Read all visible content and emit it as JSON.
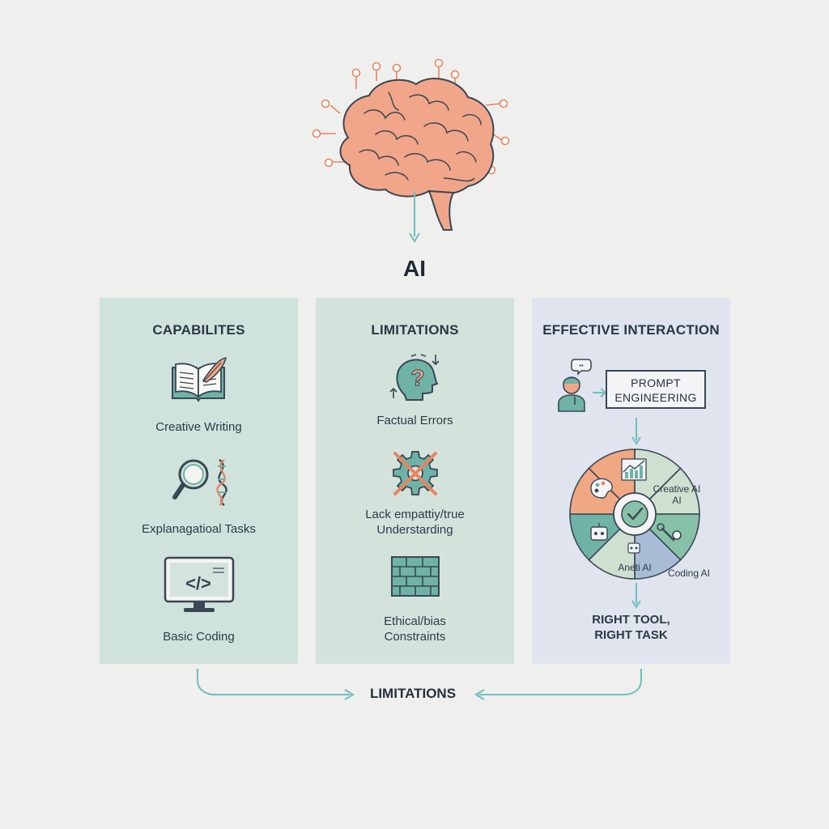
{
  "title": "AI",
  "panels": [
    {
      "title": "CAPABILITES",
      "color": "#cfe3dc",
      "items": [
        {
          "icon": "open-book-quill-icon",
          "label": "Creative Writing"
        },
        {
          "icon": "magnifier-dna-icon",
          "label": "Explanagatioal Tasks"
        },
        {
          "icon": "code-monitor-icon",
          "label": "Basic Coding"
        }
      ]
    },
    {
      "title": "LIMITATIONS",
      "color": "#d3e3dc",
      "items": [
        {
          "icon": "head-question-icon",
          "label": "Factual Errors"
        },
        {
          "icon": "crossed-gear-icon",
          "label_line1": "Lack empattiy/true",
          "label_line2": "Understarding"
        },
        {
          "icon": "brick-wall-icon",
          "label_line1": "Ethical/bias",
          "label_line2": "Constraints"
        }
      ]
    },
    {
      "title": "EFFECTIVE INTERACTION",
      "color": "#dfe4ee",
      "prompt_line1": "PROMPT",
      "prompt_line2": "ENGINEERING",
      "wheel": {
        "creative_line1": "Creative AI",
        "creative_line2": "AI",
        "agent": "Aneti AI",
        "coding": "Coding AI",
        "segment_colors": [
          "#f0a883",
          "#cfe0d0",
          "#86c1a8",
          "#a8bcd6",
          "#6fb3a6",
          "#9fc8c0"
        ]
      },
      "result_line1": "RIGHT TOOL,",
      "result_line2": "RIGHT TASK"
    }
  ],
  "bottom_label": "LIMITATIONS",
  "colors": {
    "accent": "#6fbfbf",
    "brain": "#f2a689",
    "outline": "#3a4754",
    "node": "#e8845f"
  }
}
